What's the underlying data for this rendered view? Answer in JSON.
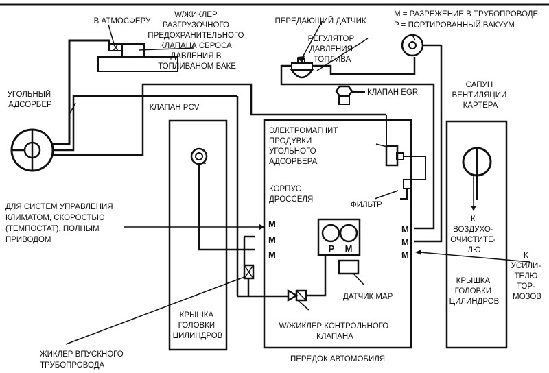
{
  "legend": {
    "m_line": "M = РАЗРЕЖЕНИЕ В ТРУБОПРОВОДЕ",
    "p_line": "P = ПОРТИРОВАННЫЙ ВАКУУМ"
  },
  "labels": {
    "atmosphere": [
      "В АТМОСФЕРУ"
    ],
    "relief_jet": [
      "W/ЖИКЛЕР",
      "РАЗГРУЗОЧНОГО",
      "ПРЕДОХРАНИТЕЛЬНОГО",
      "КЛАПАНА СБРОСА",
      "ДАВЛЕНИЯ В",
      "ТОПЛИВАНОМ БАКЕ"
    ],
    "sender": [
      "ПЕРЕДАЮЩИЙ ДАТЧИК"
    ],
    "fuel_regulator": [
      "РЕГУЛЯТОР",
      "ДАВЛЕНИЯ",
      "ТОПЛИВА"
    ],
    "canister": [
      "УГОЛЬНЫЙ",
      "АДСОРБЕР"
    ],
    "egr_valve": [
      "КЛАПАН EGR"
    ],
    "crankcase_breather": [
      "САПУН",
      "ВЕНТИЛЯЦИИ",
      "КАРТЕРА"
    ],
    "pcv_valve": [
      "КЛАПАН PCV"
    ],
    "purge_solenoid": [
      "ЭЛЕКТРОМАГНИТ",
      "ПРОДУВКИ",
      "УГОЛЬНОГО",
      "АДСОРБЕРА"
    ],
    "throttle_body": [
      "КОРПУС",
      "ДРОССЕЛЯ"
    ],
    "filter": [
      "ФИЛЬТР"
    ],
    "control_systems": [
      "ДЛЯ СИСТЕМ УПРАВЛЕНИЯ",
      "КЛИМАТОМ, СКОРОСТЬЮ",
      "(ТЕМПОСТАТ), ПОЛНЫМ",
      "ПРИВОДОМ"
    ],
    "to_air_cleaner": [
      "К",
      "ВОЗДУХО-",
      "ОЧИСТИТЕ-",
      "ЛЮ"
    ],
    "to_brake_booster": [
      "К",
      "УСИЛИ-",
      "ТЕЛЮ",
      "ТОР-",
      "МОЗОВ"
    ],
    "head_cover_left": [
      "КРЫШКА",
      "ГОЛОВКИ",
      "ЦИЛИНДРОВ"
    ],
    "head_cover_right": [
      "КРЫШКА",
      "ГОЛОВКИ",
      "ЦИЛИНДРОВ"
    ],
    "map_sensor": [
      "ДАТЧИК MAP"
    ],
    "control_valve_jet": [
      "W/ЖИКЛЕР КОНТРОЛЬНОГО",
      "КЛАПАНА"
    ],
    "intake_jet": [
      "ЖИКЛЕР ВПУСКНОГО",
      "ТРУБОПРОВОДА"
    ],
    "vehicle_front": [
      "ПЕРЕДОК АВТОМОБИЛЯ"
    ]
  },
  "port_marks": {
    "m": "M",
    "p": "P"
  }
}
